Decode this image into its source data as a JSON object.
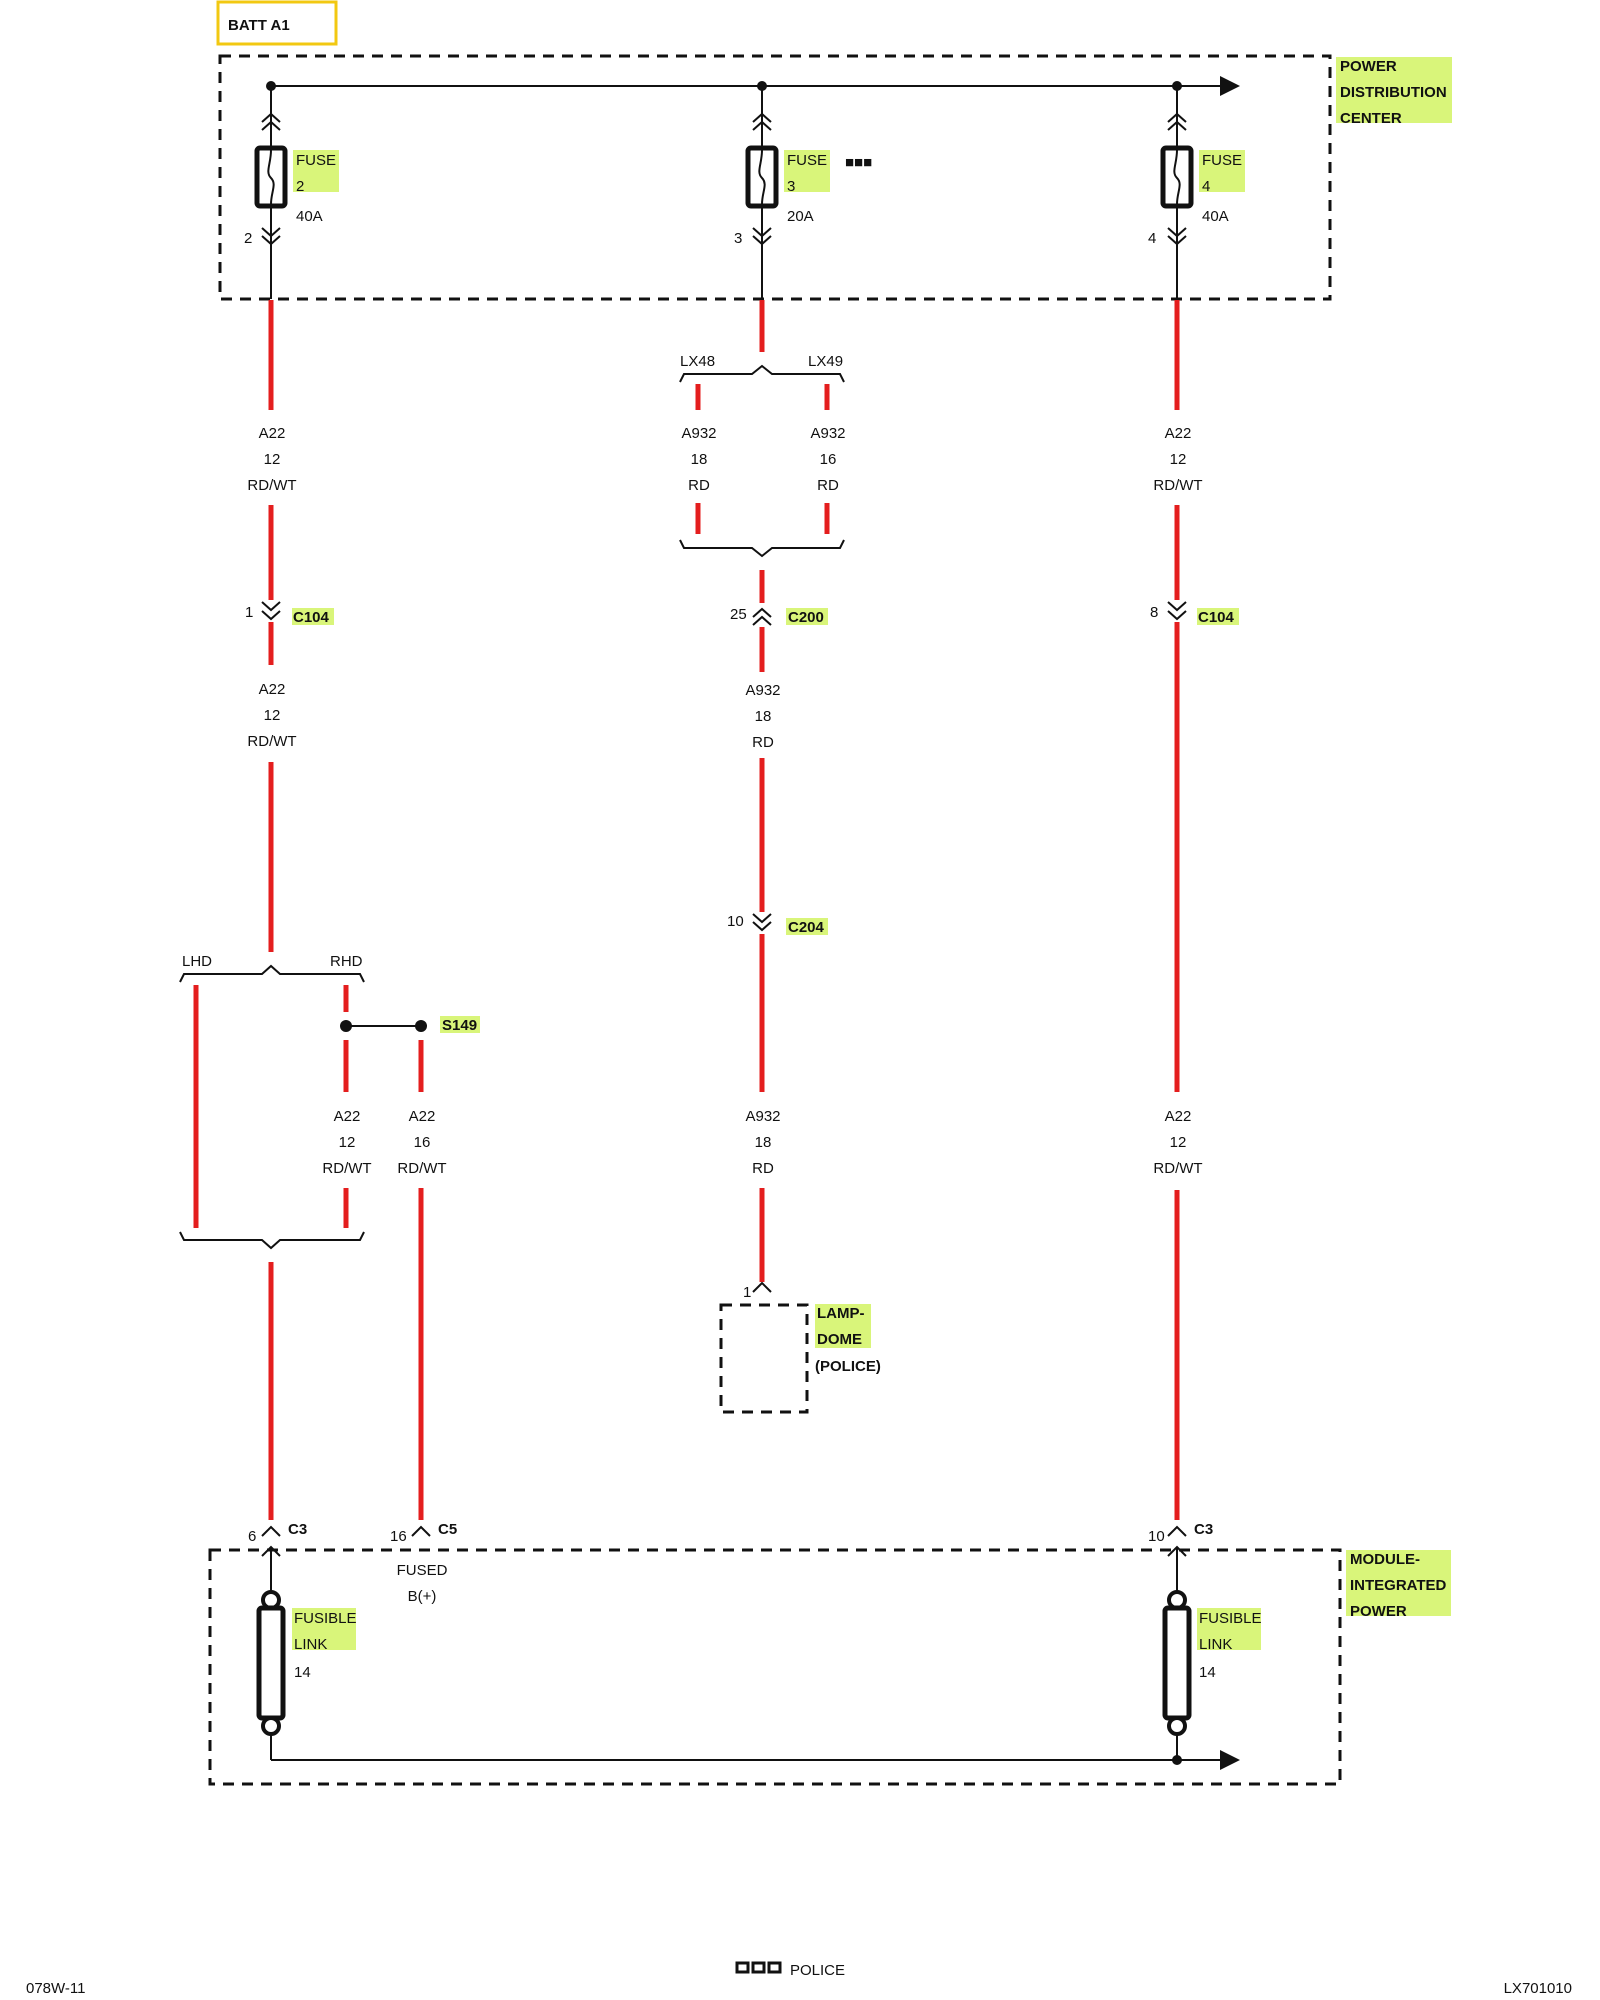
{
  "header": {
    "batt_label": "BATT A1",
    "pdc_name": [
      "POWER",
      "DISTRIBUTION",
      "CENTER"
    ]
  },
  "fuses": [
    {
      "id": "fuse2",
      "name": [
        "FUSE",
        "2"
      ],
      "rating": "40A",
      "pin": "2"
    },
    {
      "id": "fuse3",
      "name": [
        "FUSE",
        "3"
      ],
      "rating": "20A",
      "pin": "3"
    },
    {
      "id": "fuse4",
      "name": [
        "FUSE",
        "4"
      ],
      "rating": "40A",
      "pin": "4"
    }
  ],
  "police_symbol": "■■■",
  "branch_mid": {
    "left": "LX48",
    "right": "LX49"
  },
  "wires": {
    "w1": [
      "A22",
      "12",
      "RD/WT"
    ],
    "w2": [
      "A22",
      "12",
      "RD/WT"
    ],
    "w3": [
      "A22",
      "12",
      "RD/WT"
    ],
    "w4": [
      "A22",
      "12",
      "RD/WT"
    ],
    "w5": [
      "A22",
      "12",
      "RD/WT"
    ],
    "w6": [
      "A22",
      "16",
      "RD/WT"
    ],
    "w7": [
      "A932",
      "18",
      "RD"
    ],
    "w8": [
      "A932",
      "16",
      "RD"
    ],
    "w9": [
      "A932",
      "18",
      "RD"
    ],
    "w10": [
      "A932",
      "18",
      "RD"
    ]
  },
  "connectors": {
    "c104_left": {
      "pin": "1",
      "name": "C104"
    },
    "c104_right": {
      "pin": "8",
      "name": "C104"
    },
    "c200": {
      "pin": "25",
      "name": "C200"
    },
    "c204": {
      "pin": "10",
      "name": "C204"
    },
    "c3_left": {
      "pin": "6",
      "name": "C3"
    },
    "c5": {
      "pin": "16",
      "name": "C5"
    },
    "c3_right": {
      "pin": "10",
      "name": "C3"
    },
    "lamp_pin": "1"
  },
  "branch_left": {
    "left": "LHD",
    "right": "RHD"
  },
  "splice": "S149",
  "lamp": {
    "name": [
      "LAMP-",
      "DOME"
    ],
    "note": "(POLICE)"
  },
  "fused_label": [
    "FUSED",
    "B(+)"
  ],
  "module_name": [
    "MODULE-",
    "INTEGRATED",
    "POWER"
  ],
  "fusible_links": [
    {
      "name": [
        "FUSIBLE",
        "LINK"
      ],
      "gauge": "14"
    },
    {
      "name": [
        "FUSIBLE",
        "LINK"
      ],
      "gauge": "14"
    }
  ],
  "footer": {
    "left_code": "078W-11",
    "legend_text": "POLICE",
    "right_code": "LX701010"
  },
  "colors": {
    "wire_red": "#e41e1e",
    "highlight": "#d9f57a",
    "batt_box": "#f2c811"
  }
}
